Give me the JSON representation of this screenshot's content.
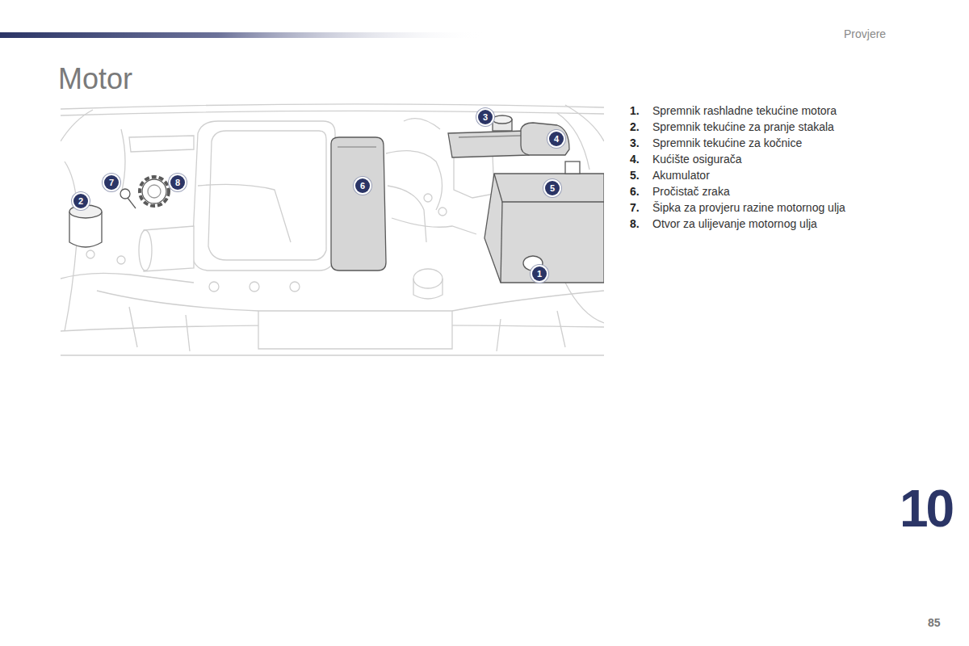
{
  "diagram": {
    "title": "Motor",
    "labels": [
      "Provjere",
      "3",
      "4",
      "7",
      "8",
      "6",
      "5",
      "2",
      "1",
      "1.",
      "Spremnik rashladne tekućine motora",
      "2.",
      "Spremnik tekućine za pranje stakala",
      "3.",
      "Spremnik tekućine za kočnice",
      "4.",
      "Kućište osigurača",
      "5.",
      "Akumulator",
      "6.",
      "Pročistač zraka",
      "7.",
      "Šipka za provjeru razine motornog ulja",
      "8.",
      "Otvor za ulijevanje motornog ulja",
      "10",
      "85"
    ]
  }
}
